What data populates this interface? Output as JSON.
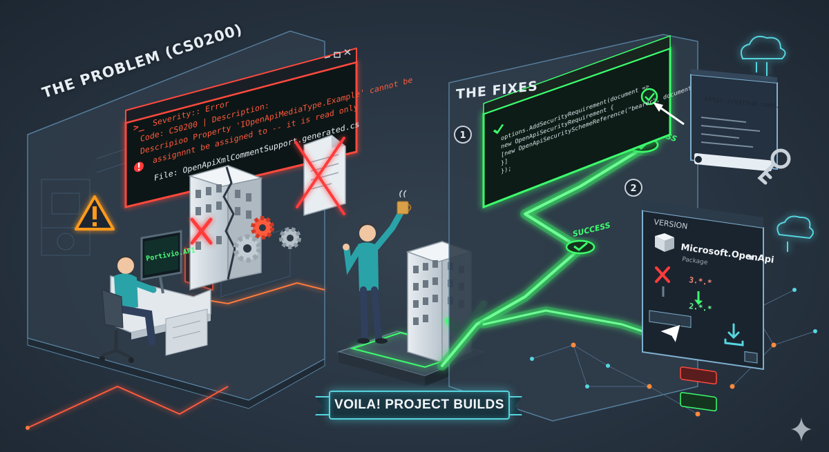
{
  "problem": {
    "title": "THE PROBLEM (CS0200)",
    "error_window": {
      "lines": [
        "Severity:: Error",
        "Code:      CS0200 | Description:",
        "Descripioo Property 'IOpenApiMediaType.Example' cannot be",
        "assignnnt be assigned to -- it is read only",
        "File: OpenApiXmlCommentSupport.generated.cs"
      ],
      "prompt_symbol": ">_"
    },
    "monitor_label": "Portivio.API"
  },
  "fixes": {
    "title": "THE FIXES",
    "step1_number": "1",
    "step2_number": "2",
    "code_lines": [
      "options.AddSecurityRequirement(document =>",
      "  new OpenApiSecurityRequirement {",
      "    [new OpenApiSecuritySchemeReference(\"bearer\", document)] =]",
      "  }]",
      "});"
    ],
    "browser_url": "https://github.com/...",
    "success_top": "SUCCESS",
    "success_mid": "SUCCESS",
    "package_panel": {
      "tab_label": "VERSION",
      "package_name": "Microsoft.OpenApi",
      "package_sub": "Package",
      "old_version": "3.*.*",
      "new_version": "2.*.*"
    }
  },
  "banner": {
    "text": "VOILA! PROJECT BUILDS"
  },
  "colors": {
    "error_red": "#ff4a3d",
    "success_green": "#3dff6e",
    "accent_cyan": "#56d6e0",
    "panel_dark": "#1b232c",
    "background": "#2b3743"
  }
}
